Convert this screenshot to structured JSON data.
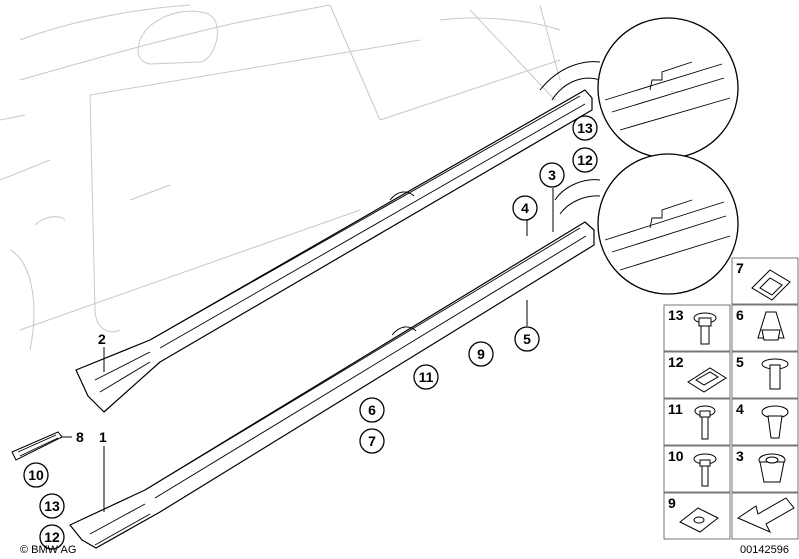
{
  "diagram": {
    "callouts": [
      {
        "id": "c13-top",
        "label": "13"
      },
      {
        "id": "c12-top",
        "label": "12"
      },
      {
        "id": "c3",
        "label": "3"
      },
      {
        "id": "c4",
        "label": "4"
      },
      {
        "id": "c5",
        "label": "5"
      },
      {
        "id": "c9",
        "label": "9"
      },
      {
        "id": "c11",
        "label": "11"
      },
      {
        "id": "c6",
        "label": "6"
      },
      {
        "id": "c7",
        "label": "7"
      },
      {
        "id": "c10",
        "label": "10"
      },
      {
        "id": "c13-left",
        "label": "13"
      },
      {
        "id": "c12-left",
        "label": "12"
      }
    ],
    "plain_labels": [
      {
        "id": "lbl-2",
        "label": "2"
      },
      {
        "id": "lbl-8",
        "label": "8"
      },
      {
        "id": "lbl-1",
        "label": "1"
      }
    ],
    "parts_grid": [
      {
        "id": "p7",
        "label": "7",
        "icon": "slide-clip-icon"
      },
      {
        "id": "p13",
        "label": "13",
        "icon": "flange-screw-icon"
      },
      {
        "id": "p6",
        "label": "6",
        "icon": "clip-icon"
      },
      {
        "id": "p12",
        "label": "12",
        "icon": "spring-nut-icon"
      },
      {
        "id": "p5",
        "label": "5",
        "icon": "expanding-rivet-icon"
      },
      {
        "id": "p11",
        "label": "11",
        "icon": "hex-screw-icon"
      },
      {
        "id": "p4",
        "label": "4",
        "icon": "expanding-rivet-icon"
      },
      {
        "id": "p10",
        "label": "10",
        "icon": "washer-screw-icon"
      },
      {
        "id": "p3",
        "label": "3",
        "icon": "grommet-icon"
      },
      {
        "id": "p9",
        "label": "9",
        "icon": "nut-plate-icon"
      },
      {
        "id": "p-arrow",
        "label": "",
        "icon": "direction-arrow-icon"
      }
    ],
    "copyright": "© BMW AG",
    "diagram_number": "00142596"
  }
}
